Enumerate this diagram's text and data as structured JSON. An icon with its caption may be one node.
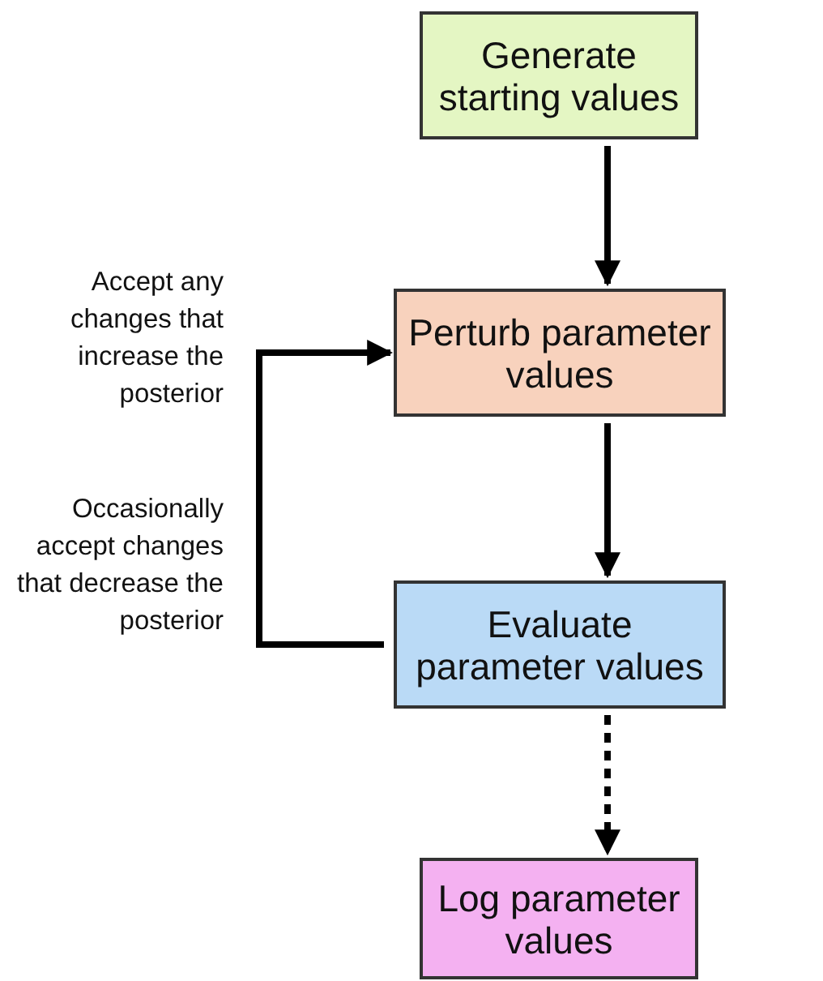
{
  "diagram": {
    "nodes": [
      {
        "text": [
          "Generate starting values"
        ]
      },
      {
        "text": [
          "Perturb parameter values"
        ]
      },
      {
        "text": [
          "Evaluate parameter values"
        ]
      },
      {
        "text": [
          "Log parameter values"
        ]
      }
    ],
    "edges": [
      {
        "from": 0,
        "to": 1,
        "arrow": "to"
      },
      {
        "from": 1,
        "to": 2,
        "arrow": "to"
      },
      {
        "from": 2,
        "to": 3,
        "arrow": "to",
        "style": "dashed"
      },
      {
        "from": 2,
        "to": 1,
        "arrow": "to"
      }
    ],
    "labels": [
      "Accept any changes that increase the posterior",
      "Occasionally accept changes that decrease the posterior"
    ]
  }
}
